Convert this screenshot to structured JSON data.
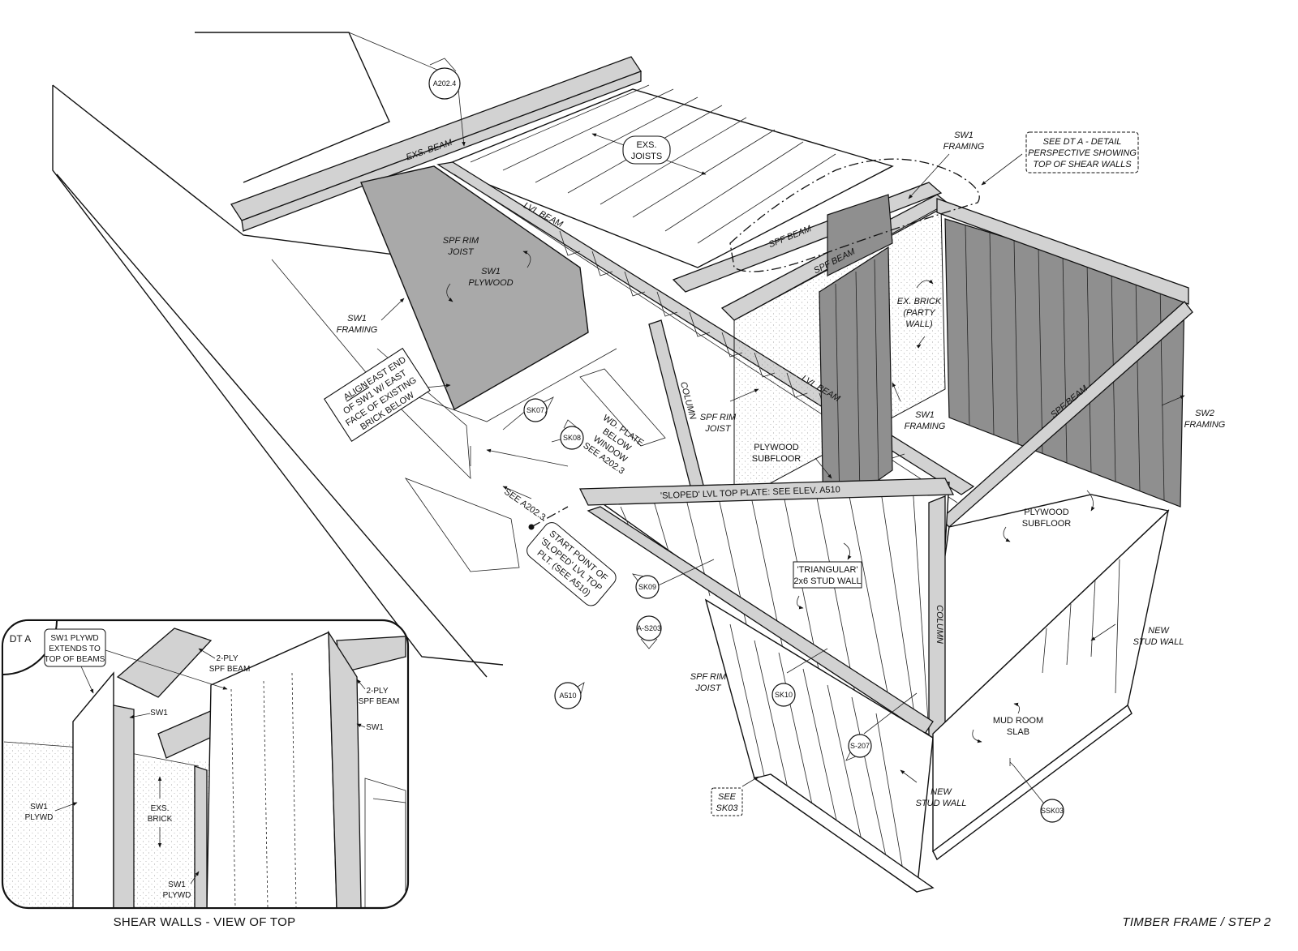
{
  "drawing": {
    "title_left": "SHEAR WALLS - VIEW OF TOP",
    "title_right": "TIMBER FRAME / STEP 2",
    "detail_tag": "DT A"
  },
  "labels": {
    "exs_beam": "EXS. BEAM",
    "exs_joists_1": "EXS.",
    "exs_joists_2": "JOISTS",
    "lvl_beam_top": "LVL BEAM",
    "lvl_beam_mid": "LVL BEAM",
    "spf_beam_1": "SPF BEAM",
    "spf_beam_2": "SPF BEAM",
    "spf_beam_3": "SPF BEAM",
    "spf_rim_joist_top_1": "SPF RIM",
    "spf_rim_joist_top_2": "JOIST",
    "sw1_plywood_1": "SW1",
    "sw1_plywood_2": "PLYWOOD",
    "sw1_framing_left_1": "SW1",
    "sw1_framing_left_2": "FRAMING",
    "sw1_framing_top_1": "SW1",
    "sw1_framing_top_2": "FRAMING",
    "sw1_framing_mid_1": "SW1",
    "sw1_framing_mid_2": "FRAMING",
    "sw2_framing_1": "SW2",
    "sw2_framing_2": "FRAMING",
    "see_dt_a_1": "SEE DT A - DETAIL",
    "see_dt_a_2": "PERSPECTIVE SHOWING",
    "see_dt_a_3": "TOP OF SHEAR WALLS",
    "ex_brick_1": "EX. BRICK",
    "ex_brick_2": "(PARTY",
    "ex_brick_3": "WALL)",
    "align_1": "ALIGN",
    "align_1b": ": EAST END",
    "align_2": "OF SW1 W/ EAST",
    "align_3": "FACE OF EXISTING",
    "align_4": "BRICK BELOW",
    "column_1": "COLUMN",
    "column_2": "COLUMN",
    "spf_rim_joist_mid_1": "SPF RIM",
    "spf_rim_joist_mid_2": "JOIST",
    "spf_rim_joist_low_1": "SPF RIM",
    "spf_rim_joist_low_2": "JOIST",
    "plywood_subfloor_a_1": "PLYWOOD",
    "plywood_subfloor_a_2": "SUBFLOOR",
    "plywood_subfloor_b_1": "PLYWOOD",
    "plywood_subfloor_b_2": "SUBFLOOR",
    "wd_plate_1": "WD. PLATE",
    "wd_plate_2": "BELOW",
    "wd_plate_3": "WINDOW",
    "wd_plate_4": "SEE A202.3",
    "see_a2023": "SEE A202.3",
    "sloped_plate": "'SLOPED' LVL TOP PLATE: SEE ELEV. A510",
    "start_point_1": "START POINT OF",
    "start_point_2": "'SLOPED' LVL TOP",
    "start_point_3": "PLT. (SEE A510)",
    "triangular_1": "'TRIANGULAR'",
    "triangular_2": "2x6 STUD WALL",
    "new_stud_wall_r_1": "NEW",
    "new_stud_wall_r_2": "STUD WALL",
    "new_stud_wall_b_1": "NEW",
    "new_stud_wall_b_2": "STUD WALL",
    "mud_room_1": "MUD ROOM",
    "mud_room_2": "SLAB",
    "see_sk03_1": "SEE",
    "see_sk03_2": "SK03"
  },
  "tags": {
    "a2024": "A202.4",
    "sk07": "SK07",
    "sk08": "SK08",
    "sk09": "SK09",
    "sk10": "SK10",
    "as203": "A-S203",
    "s207": "S-207",
    "a510": "A510",
    "ssk03": "SSK03"
  },
  "inset": {
    "sw1_plywd_ext_1": "SW1 PLYWD",
    "sw1_plywd_ext_2": "EXTENDS TO",
    "sw1_plywd_ext_3": "TOP OF BEAMS",
    "two_ply_a_1": "2-PLY",
    "two_ply_a_2": "SPF BEAM",
    "two_ply_b_1": "2-PLY",
    "two_ply_b_2": "SPF BEAM",
    "sw1_a": "SW1",
    "sw1_b": "SW1",
    "sw1_plywd_l_1": "SW1",
    "sw1_plywd_l_2": "PLYWD",
    "exs_brick_1": "EXS.",
    "exs_brick_2": "BRICK",
    "sw1_plywd_b_1": "SW1",
    "sw1_plywd_b_2": "PLYWD"
  },
  "colors": {
    "plywood": "#a9a9a9",
    "beam": "#d2d2d2",
    "line": "#111111"
  }
}
